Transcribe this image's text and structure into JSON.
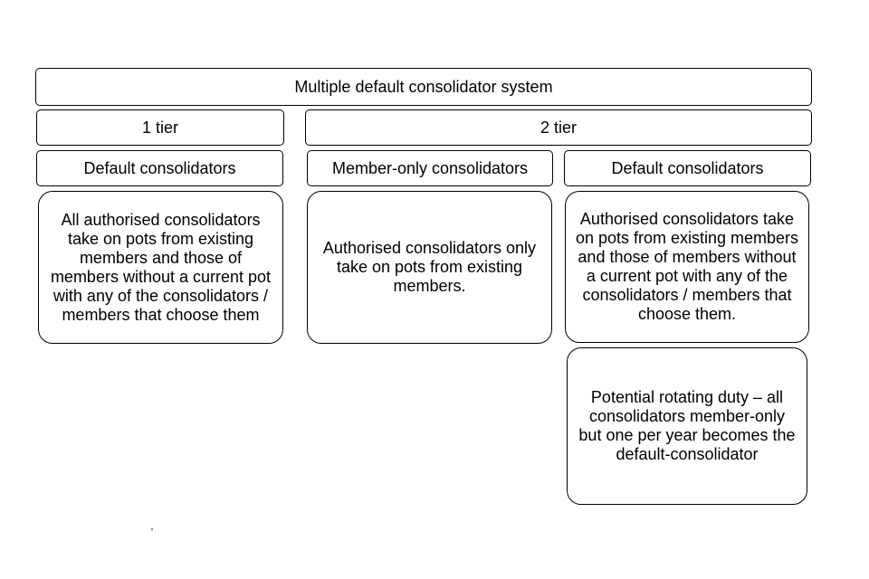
{
  "diagram": {
    "root": "Multiple default consolidator system",
    "tier_1": {
      "label": "1 tier",
      "column_heading": "Default consolidators",
      "description": "All authorised consolidators take on pots from existing members and those of members without a current pot with any of the consolidators / members that choose them"
    },
    "tier_2": {
      "label": "2 tier",
      "member_only": {
        "heading": "Member-only consolidators",
        "description": "Authorised consolidators only take on pots from existing members."
      },
      "default": {
        "heading": "Default consolidators",
        "description": "Authorised consolidators take on pots from existing members and those of members without a current pot with any of the consolidators / members that choose them."
      },
      "rotating_duty": "Potential rotating duty – all consolidators member-only but one per year becomes the default-consolidator"
    }
  }
}
